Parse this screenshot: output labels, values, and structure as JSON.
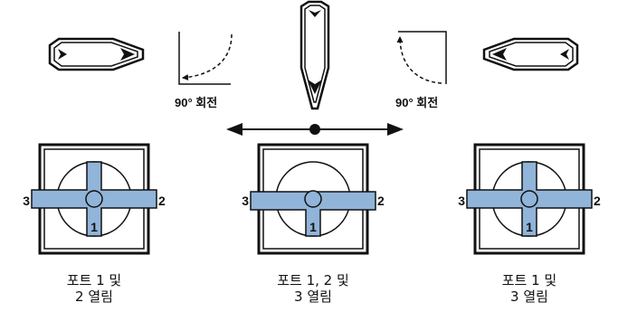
{
  "colors": {
    "channel": "#91b4d9",
    "stroke": "#111111",
    "background": "#ffffff"
  },
  "rotation_labels": {
    "left": "90° 회전",
    "right": "90° 회전"
  },
  "valves": [
    {
      "id": "left",
      "orientation": "left-facing",
      "port_labels": {
        "left": "3",
        "right": "2",
        "bottom": "1"
      },
      "caption_line1": "포트 1 및",
      "caption_line2": "2 열림"
    },
    {
      "id": "center",
      "orientation": "down-facing",
      "port_labels": {
        "left": "3",
        "right": "2",
        "bottom": "1"
      },
      "caption_line1": "포트 1, 2 및",
      "caption_line2": "3 열림"
    },
    {
      "id": "right",
      "orientation": "right-facing",
      "port_labels": {
        "left": "3",
        "right": "2",
        "bottom": "1"
      },
      "caption_line1": "포트 1 및",
      "caption_line2": "3 열림"
    }
  ],
  "icons": {
    "handle_left": "handle-pointing-right-icon",
    "handle_center": "handle-pointing-down-icon",
    "handle_right": "handle-pointing-left-icon",
    "rotation_arrow_left": "rotate-counterclockwise-arrow-icon",
    "rotation_arrow_right": "rotate-clockwise-arrow-icon",
    "pivot": "double-headed-arrow-icon"
  }
}
